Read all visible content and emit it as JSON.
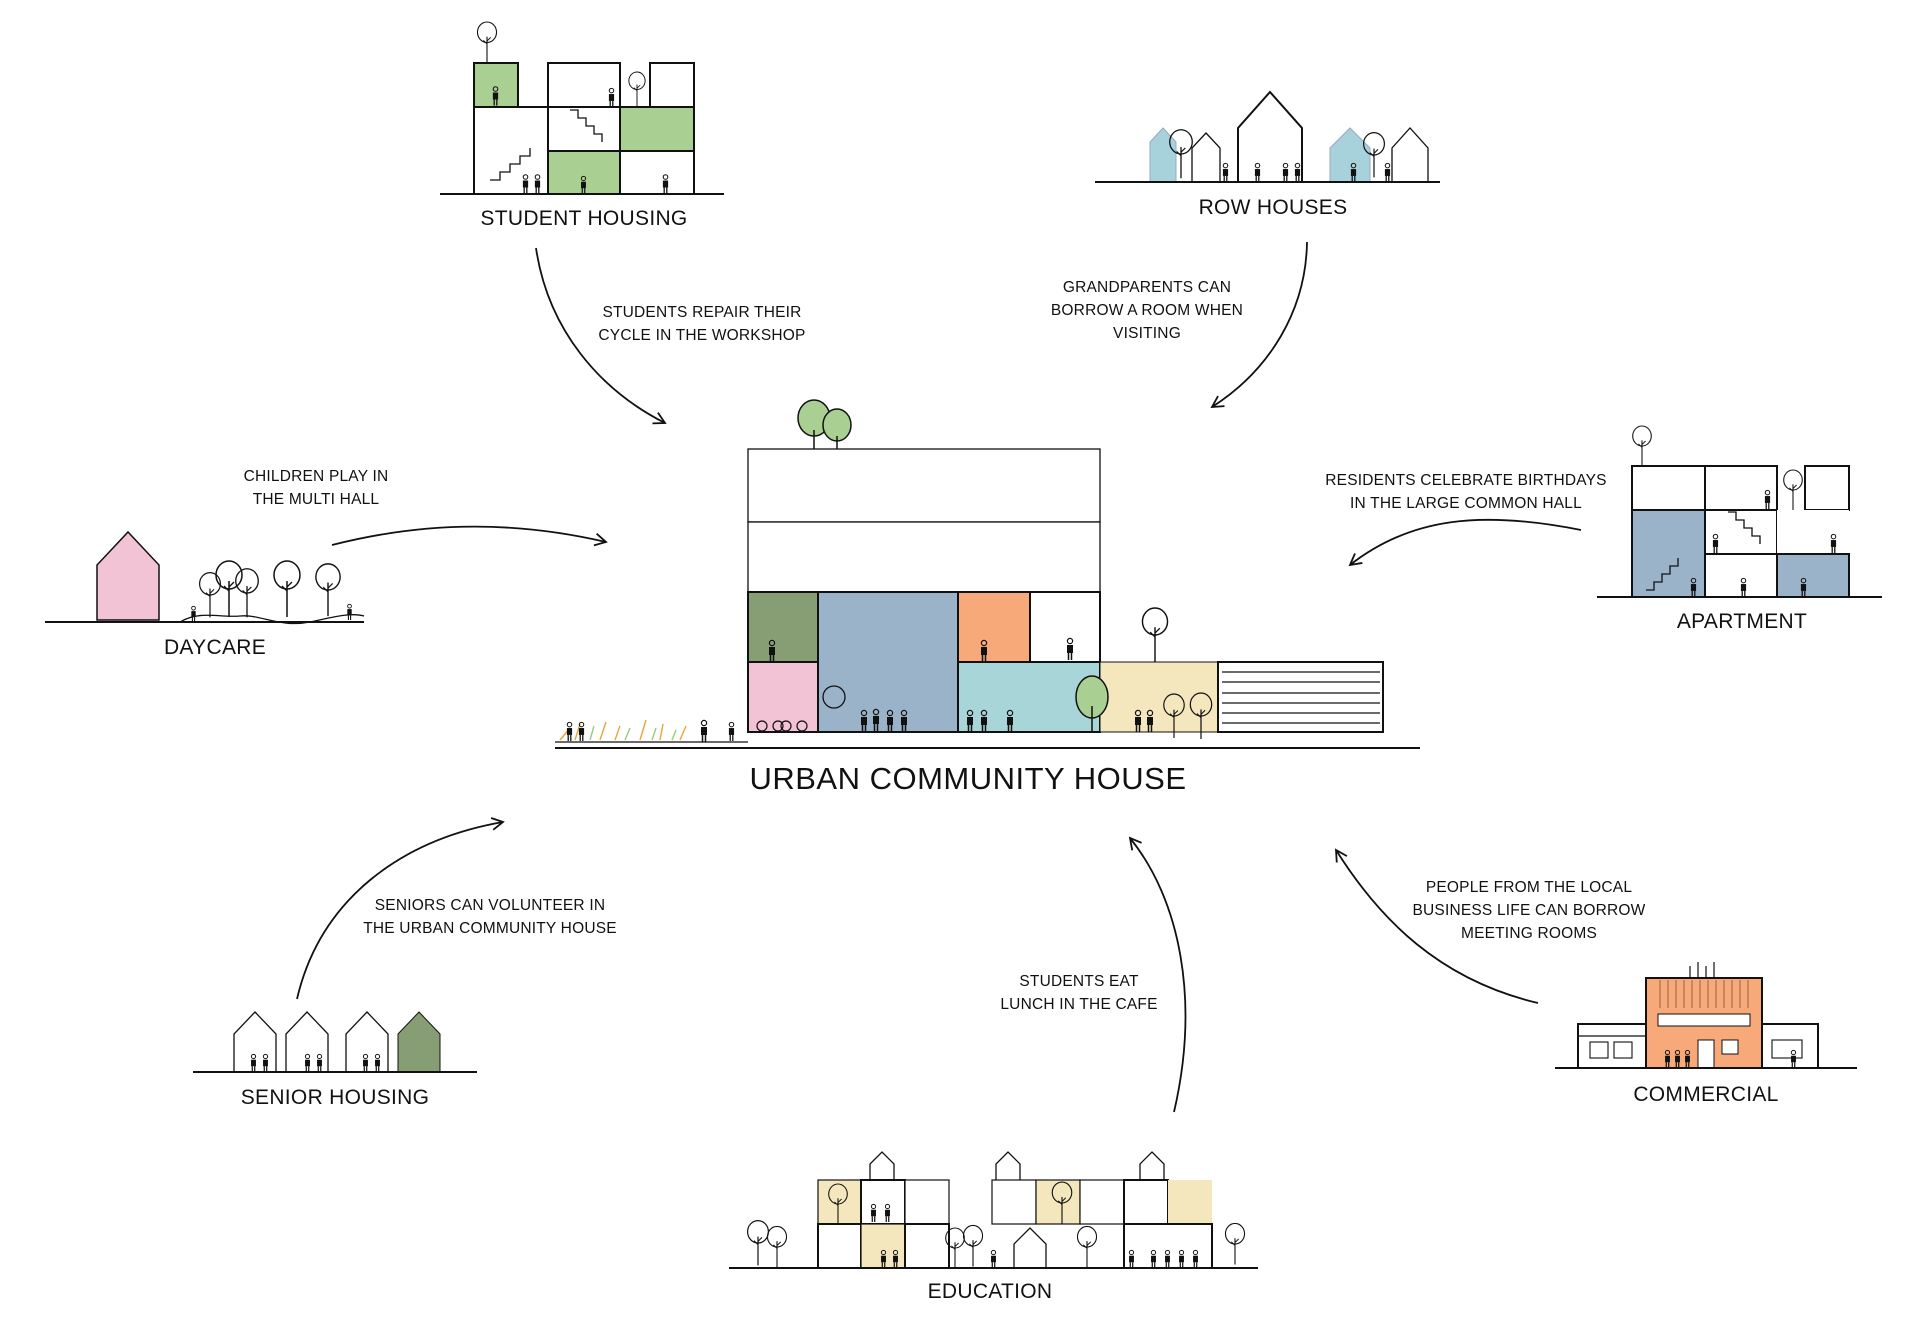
{
  "title": "URBAN COMMUNITY HOUSE",
  "colors": {
    "green": "#a9cf92",
    "dark_green": "#879e75",
    "blue": "#9bb3c9",
    "teal": "#a8d5d8",
    "light_blue": "#a7d2dc",
    "pink": "#f2c3d5",
    "orange": "#f7a97a",
    "yellow": "#f4e7bd",
    "line": "#111111"
  },
  "buildings": {
    "student_housing": "STUDENT HOUSING",
    "row_houses": "ROW HOUSES",
    "apartment": "APARTMENT",
    "daycare": "DAYCARE",
    "senior_housing": "SENIOR HOUSING",
    "education": "EDUCATION",
    "commercial": "COMMERCIAL"
  },
  "relations": {
    "student_housing": [
      "STUDENTS REPAIR THEIR",
      "CYCLE IN THE WORKSHOP"
    ],
    "row_houses": [
      "GRANDPARENTS CAN",
      "BORROW A ROOM WHEN",
      "VISITING"
    ],
    "apartment": [
      "RESIDENTS CELEBRATE BIRTHDAYS",
      "IN THE LARGE COMMON HALL"
    ],
    "daycare": [
      "CHILDREN PLAY IN",
      "THE MULTI HALL"
    ],
    "senior_housing": [
      "SENIORS CAN VOLUNTEER IN",
      "THE URBAN COMMUNITY HOUSE"
    ],
    "education": [
      "STUDENTS EAT",
      "LUNCH IN THE CAFE"
    ],
    "commercial": [
      "PEOPLE FROM THE LOCAL",
      "BUSINESS LIFE CAN BORROW",
      "MEETING ROOMS"
    ]
  }
}
